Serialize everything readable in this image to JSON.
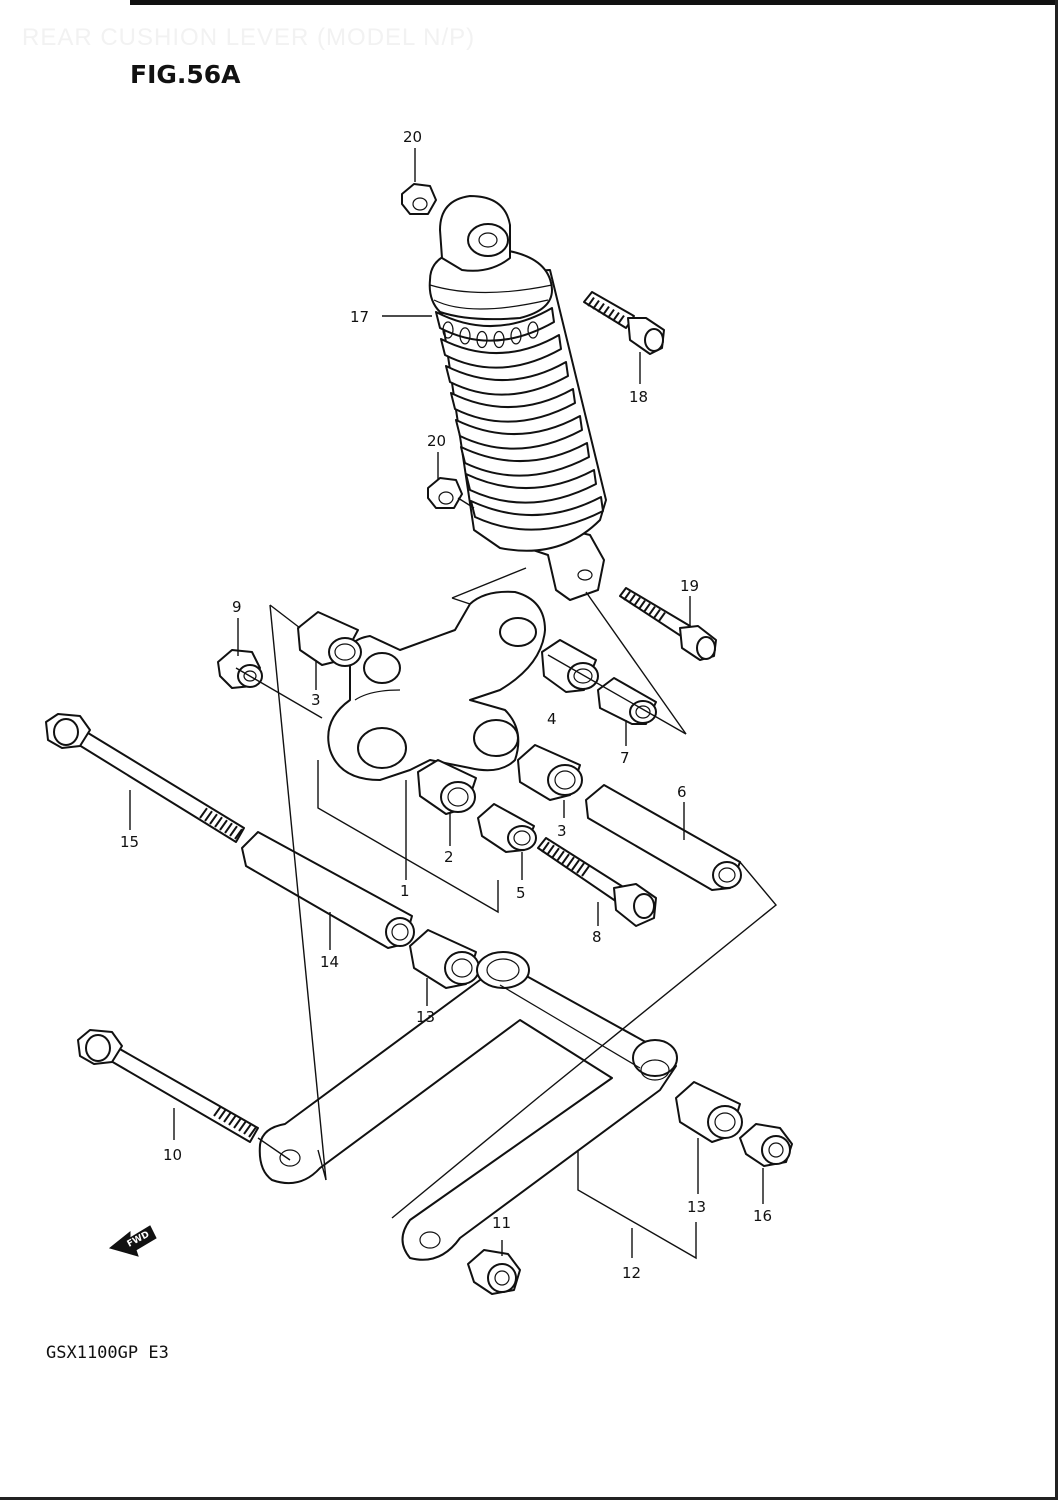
{
  "header": {
    "faded_title": "REAR CUSHION LEVER (MODEL N/P)",
    "figure_title": "FIG.56A"
  },
  "footer": {
    "model_code": "GSX1100GP E3"
  },
  "fwd_arrow": {
    "label": "FWD"
  },
  "callouts": [
    {
      "id": "c20a",
      "text": "20"
    },
    {
      "id": "c17",
      "text": "17"
    },
    {
      "id": "c18",
      "text": "18"
    },
    {
      "id": "c20b",
      "text": "20"
    },
    {
      "id": "c19",
      "text": "19"
    },
    {
      "id": "c9",
      "text": "9"
    },
    {
      "id": "c3a",
      "text": "3"
    },
    {
      "id": "c4",
      "text": "4"
    },
    {
      "id": "c7",
      "text": "7"
    },
    {
      "id": "c6",
      "text": "6"
    },
    {
      "id": "c3b",
      "text": "3"
    },
    {
      "id": "c2",
      "text": "2"
    },
    {
      "id": "c1",
      "text": "1"
    },
    {
      "id": "c5",
      "text": "5"
    },
    {
      "id": "c8",
      "text": "8"
    },
    {
      "id": "c15",
      "text": "15"
    },
    {
      "id": "c14",
      "text": "14"
    },
    {
      "id": "c13a",
      "text": "13"
    },
    {
      "id": "c10",
      "text": "10"
    },
    {
      "id": "c13b",
      "text": "13"
    },
    {
      "id": "c16",
      "text": "16"
    },
    {
      "id": "c11",
      "text": "11"
    },
    {
      "id": "c12",
      "text": "12"
    }
  ]
}
